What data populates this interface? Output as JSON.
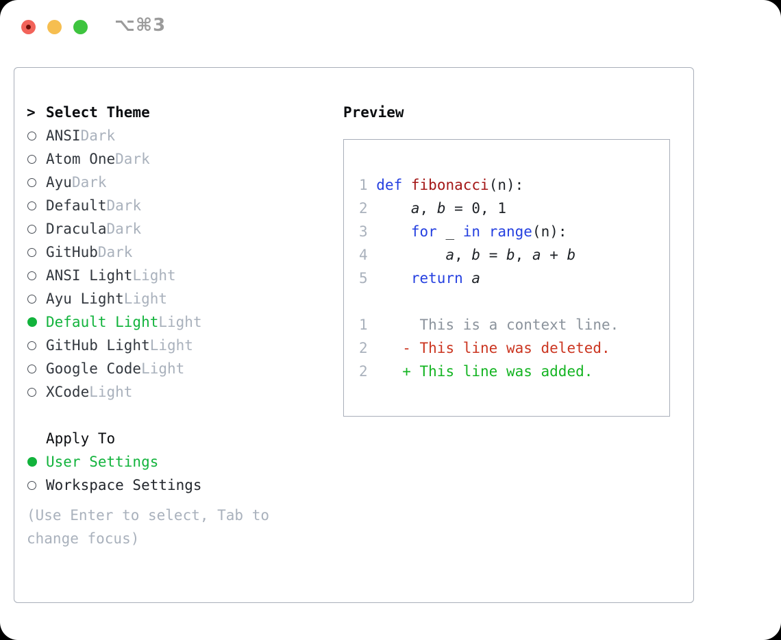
{
  "window": {
    "title": "⌥⌘3",
    "traffic_lights": [
      {
        "name": "close-button"
      },
      {
        "name": "minimize-button"
      },
      {
        "name": "zoom-button"
      }
    ]
  },
  "theme_picker": {
    "header_prefix": ">",
    "header": "Select Theme",
    "items": [
      {
        "name": "ANSI",
        "variant": "Dark",
        "selected": false
      },
      {
        "name": "Atom One",
        "variant": "Dark",
        "selected": false
      },
      {
        "name": "Ayu",
        "variant": "Dark",
        "selected": false
      },
      {
        "name": "Default",
        "variant": "Dark",
        "selected": false
      },
      {
        "name": "Dracula",
        "variant": "Dark",
        "selected": false
      },
      {
        "name": "GitHub",
        "variant": "Dark",
        "selected": false
      },
      {
        "name": "ANSI Light",
        "variant": "Light",
        "selected": false
      },
      {
        "name": "Ayu Light",
        "variant": "Light",
        "selected": false
      },
      {
        "name": "Default Light",
        "variant": "Light",
        "selected": true
      },
      {
        "name": "GitHub Light",
        "variant": "Light",
        "selected": false
      },
      {
        "name": "Google Code",
        "variant": "Light",
        "selected": false
      },
      {
        "name": "XCode",
        "variant": "Light",
        "selected": false
      }
    ]
  },
  "apply_to": {
    "header": "Apply To",
    "options": [
      {
        "label": "User Settings",
        "selected": true
      },
      {
        "label": "Workspace Settings",
        "selected": false
      }
    ]
  },
  "help_text": "(Use Enter to select, Tab to change focus)",
  "preview": {
    "header": "Preview",
    "lines": [
      [
        {
          "t": "1 ",
          "c": "lineno"
        },
        {
          "t": "def",
          "c": "kw"
        },
        {
          "t": " ",
          "c": "plain"
        },
        {
          "t": "fibonacci",
          "c": "fn"
        },
        {
          "t": "(n):",
          "c": "plain"
        }
      ],
      [
        {
          "t": "2",
          "c": "lineno"
        },
        {
          "t": "     ",
          "c": "plain"
        },
        {
          "t": "a",
          "c": "var"
        },
        {
          "t": ", ",
          "c": "plain"
        },
        {
          "t": "b",
          "c": "var"
        },
        {
          "t": " = 0, 1",
          "c": "plain"
        }
      ],
      [
        {
          "t": "3",
          "c": "lineno"
        },
        {
          "t": "     ",
          "c": "plain"
        },
        {
          "t": "for",
          "c": "kw"
        },
        {
          "t": " _ ",
          "c": "plain"
        },
        {
          "t": "in",
          "c": "kw"
        },
        {
          "t": " ",
          "c": "plain"
        },
        {
          "t": "range",
          "c": "kw"
        },
        {
          "t": "(n):",
          "c": "plain"
        }
      ],
      [
        {
          "t": "4",
          "c": "lineno"
        },
        {
          "t": "         ",
          "c": "plain"
        },
        {
          "t": "a",
          "c": "var"
        },
        {
          "t": ", ",
          "c": "plain"
        },
        {
          "t": "b",
          "c": "var"
        },
        {
          "t": " = ",
          "c": "plain"
        },
        {
          "t": "b",
          "c": "var"
        },
        {
          "t": ", ",
          "c": "plain"
        },
        {
          "t": "a",
          "c": "var"
        },
        {
          "t": " + ",
          "c": "plain"
        },
        {
          "t": "b",
          "c": "var"
        }
      ],
      [
        {
          "t": "5",
          "c": "lineno"
        },
        {
          "t": "     ",
          "c": "plain"
        },
        {
          "t": "return",
          "c": "kw"
        },
        {
          "t": " ",
          "c": "plain"
        },
        {
          "t": "a",
          "c": "var"
        }
      ],
      [],
      [
        {
          "t": "1",
          "c": "lineno"
        },
        {
          "t": "      ",
          "c": "plain"
        },
        {
          "t": "This is a context line.",
          "c": "ctx"
        }
      ],
      [
        {
          "t": "2",
          "c": "lineno"
        },
        {
          "t": "    ",
          "c": "plain"
        },
        {
          "t": "- This line was deleted.",
          "c": "del"
        }
      ],
      [
        {
          "t": "2",
          "c": "lineno"
        },
        {
          "t": "    ",
          "c": "plain"
        },
        {
          "t": "+ This line was added.",
          "c": "add"
        }
      ]
    ]
  },
  "colors": {
    "accent_green": "#12b33c",
    "added_green": "#14b422",
    "deleted_red": "#cb3520",
    "keyword_blue": "#2540e0",
    "function_red": "#a31616",
    "muted_gray": "#a9b1bc",
    "border_gray": "#a8aeb9",
    "traffic_red": "#f2635a",
    "traffic_yellow": "#f6be50",
    "traffic_green": "#3ec43f"
  }
}
